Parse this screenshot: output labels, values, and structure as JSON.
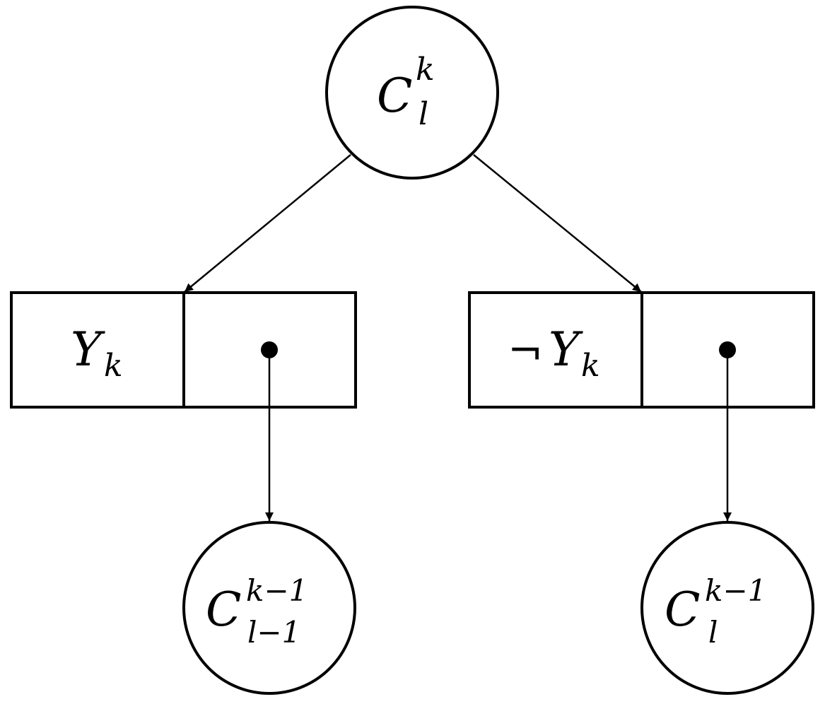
{
  "nodes": {
    "root": {
      "base": "C",
      "sup": "k",
      "sub": "l"
    },
    "left_leaf": {
      "base": "C",
      "sup": "k−1",
      "sub": "l−1"
    },
    "right_leaf": {
      "base": "C",
      "sup": "k−1",
      "sub": "l"
    }
  },
  "cells": {
    "left_label": {
      "neg": "",
      "base": "Y",
      "sub": "k"
    },
    "right_label": {
      "neg": "¬",
      "base": "Y",
      "sub": "k"
    }
  },
  "colors": {
    "stroke": "#000000",
    "background": "#ffffff"
  }
}
